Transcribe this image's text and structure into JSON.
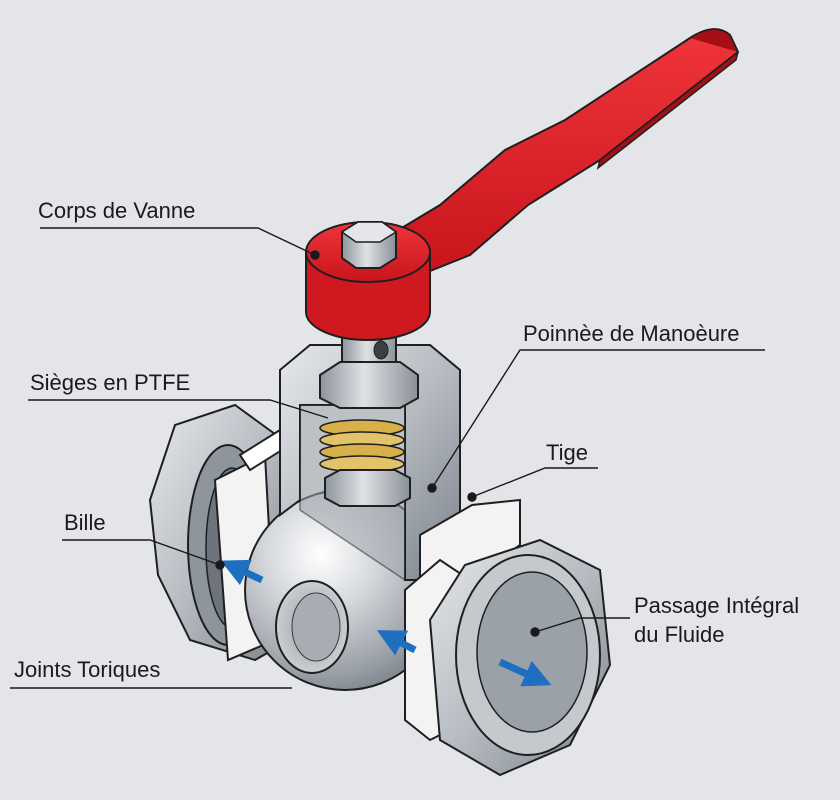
{
  "labels": {
    "corps": "Corps de Vanne",
    "poignee": "Poinnèe de Manoèure",
    "sieges": "Sièges en PTFE",
    "tige": "Tige",
    "bille": "Bille",
    "passage_line1": "Passage Intégral",
    "passage_line2": "du Fluide",
    "joints": "Joints Toriques"
  },
  "colors": {
    "background": "#e3e5e8",
    "handle": "#e8242b",
    "metal": "#bfc3c8",
    "seat": "#f3f3f3",
    "gasket": "#d8b04a",
    "flow_arrow": "#1e6fc0",
    "leader_line": "#1a1a1a"
  }
}
